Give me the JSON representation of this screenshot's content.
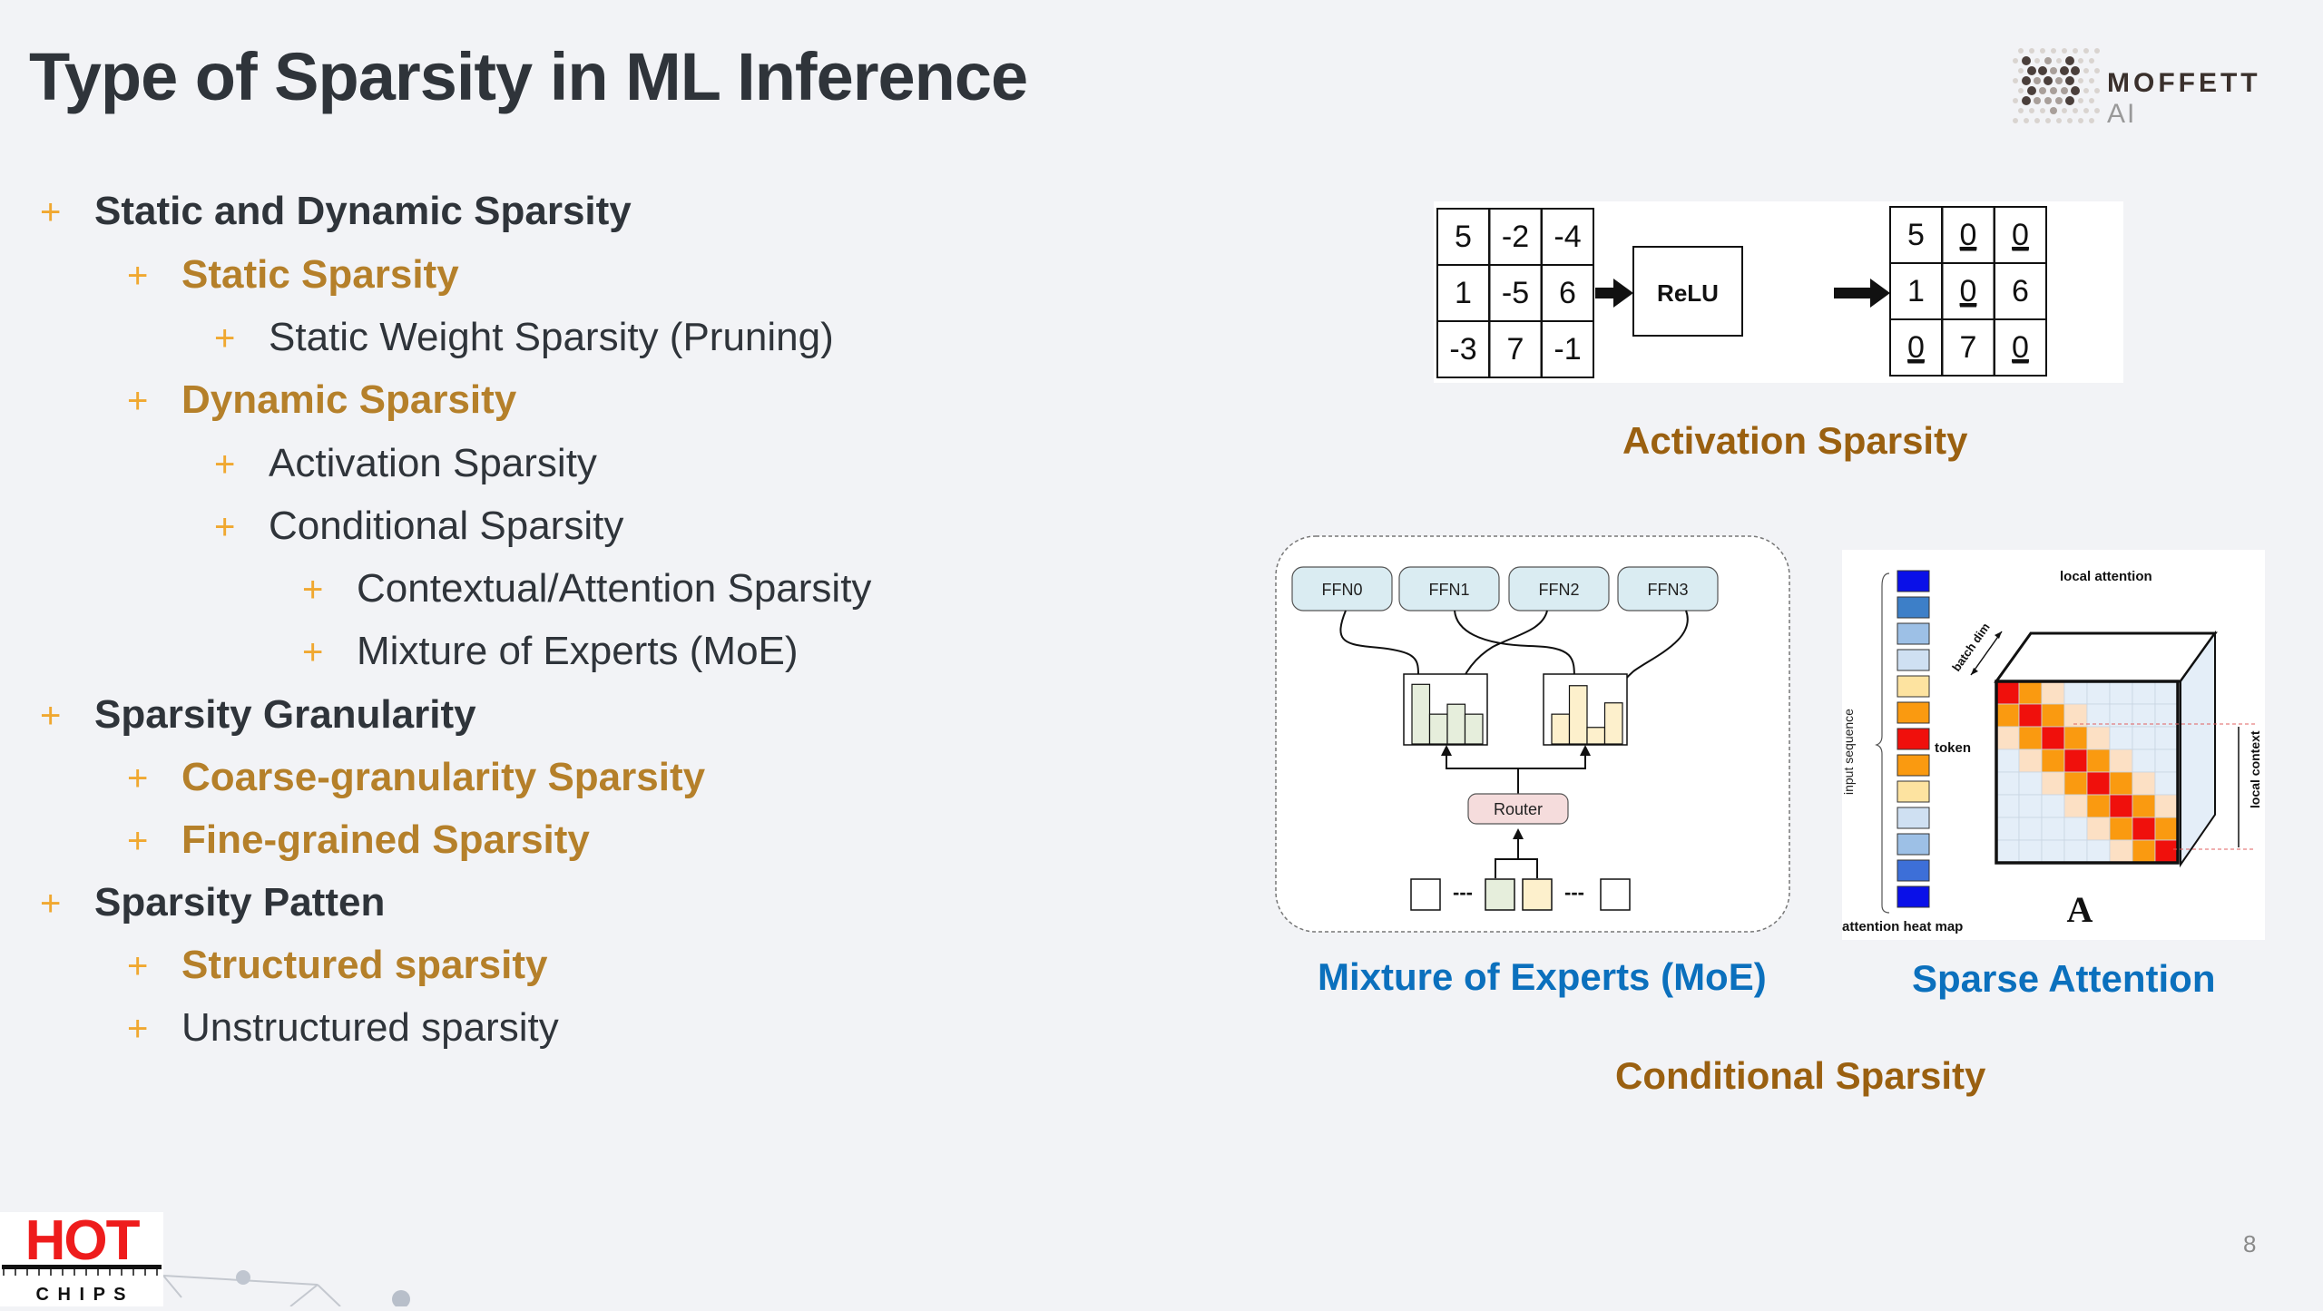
{
  "slide": {
    "title": "Type of Sparsity in ML Inference",
    "page_number": "8",
    "logo": {
      "name": "MOFFETT",
      "suffix": "AI"
    },
    "footer_logo": {
      "top": "HOT",
      "bottom": "C H I P S"
    }
  },
  "bullets": [
    {
      "text": "Static and Dynamic Sparsity",
      "level": 0,
      "style": "bold"
    },
    {
      "text": "Static Sparsity",
      "level": 1,
      "style": "accent"
    },
    {
      "text": "Static Weight Sparsity (Pruning)",
      "level": 2,
      "style": "normal"
    },
    {
      "text": "Dynamic Sparsity",
      "level": 1,
      "style": "accent"
    },
    {
      "text": "Activation Sparsity",
      "level": 2,
      "style": "normal"
    },
    {
      "text": "Conditional Sparsity",
      "level": 2,
      "style": "normal"
    },
    {
      "text": "Contextual/Attention Sparsity",
      "level": 3,
      "style": "normal"
    },
    {
      "text": "Mixture of Experts (MoE)",
      "level": 3,
      "style": "normal"
    },
    {
      "text": "Sparsity Granularity",
      "level": 0,
      "style": "bold"
    },
    {
      "text": "Coarse-granularity Sparsity",
      "level": 1,
      "style": "accent"
    },
    {
      "text": "Fine-grained Sparsity",
      "level": 1,
      "style": "accent"
    },
    {
      "text": "Sparsity Patten",
      "level": 0,
      "style": "bold"
    },
    {
      "text": "Structured sparsity",
      "level": 1,
      "style": "accent"
    },
    {
      "text": "Unstructured sparsity",
      "level": 1,
      "style": "normal"
    }
  ],
  "relu": {
    "input": [
      [
        "5",
        "-2",
        "-4"
      ],
      [
        "1",
        "-5",
        "6"
      ],
      [
        "-3",
        "7",
        "-1"
      ]
    ],
    "output": [
      [
        "5",
        "0",
        "0"
      ],
      [
        "1",
        "0",
        "6"
      ],
      [
        "0",
        "7",
        "0"
      ]
    ],
    "zeroed": [
      [
        false,
        true,
        true
      ],
      [
        false,
        true,
        false
      ],
      [
        true,
        false,
        true
      ]
    ],
    "op_label": "ReLU",
    "caption": "Activation Sparsity"
  },
  "moe": {
    "experts": [
      "FFN0",
      "FFN1",
      "FFN2",
      "FFN3"
    ],
    "router_label": "Router",
    "caption": "Mixture of Experts (MoE)",
    "dist_green": [
      0.9,
      0.45,
      0.6,
      0.45
    ],
    "dist_yellow": [
      0.45,
      0.88,
      0.25,
      0.62
    ],
    "colors": {
      "expert_fill": "#daecf2",
      "router_fill": "#f5dcdc",
      "green": "#e6eedc",
      "yellow": "#fdf0cc"
    }
  },
  "attention": {
    "title": "local attention",
    "token_label": "token",
    "axis_left": "input sequence",
    "axis_right": "local context",
    "batch_label": "batch dim",
    "matrix_label": "A",
    "footer": "attention heat map",
    "caption": "Sparse Attention",
    "sequence_colors": [
      "#0a10e8",
      "#3d7fc8",
      "#9dc0e6",
      "#cfe0f2",
      "#fde3a0",
      "#fa9a10",
      "#f0100c",
      "#fa9a10",
      "#fde3a0",
      "#cfe0f2",
      "#9dc0e6",
      "#3d6fd8",
      "#0a10e8"
    ],
    "band_colors": {
      "center": "#f0100c",
      "near": "#fa9a10",
      "far": "#fce0c4",
      "empty": "#e4eef8"
    }
  },
  "conditional_caption": "Conditional Sparsity"
}
